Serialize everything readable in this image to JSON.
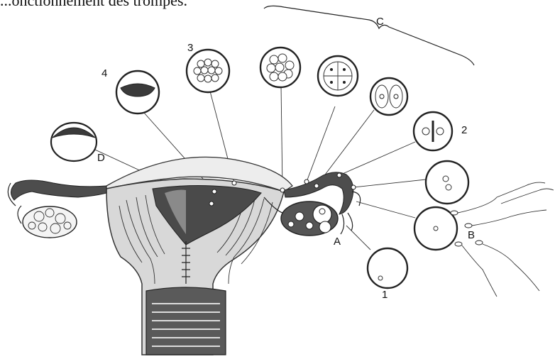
{
  "top_text": "...onctionnement des trompes.",
  "labels": {
    "A": "A",
    "B": "B",
    "C": "C",
    "D": "D",
    "n1": "1",
    "n2": "2",
    "n3": "3",
    "n4": "4"
  }
}
